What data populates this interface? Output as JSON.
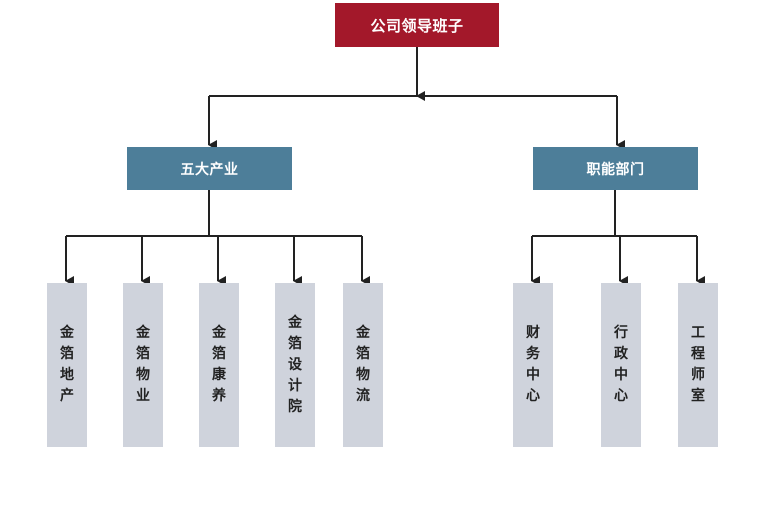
{
  "root": {
    "label": "公司领导班子"
  },
  "branches": [
    {
      "label": "五大产业",
      "children": [
        "金箔地产",
        "金箔物业",
        "金箔康养",
        "金箔设计院",
        "金箔物流"
      ]
    },
    {
      "label": "职能部门",
      "children": [
        "财务中心",
        "行政中心",
        "工程师室"
      ]
    }
  ],
  "colors": {
    "root": "#a3182a",
    "branch": "#4d7e99",
    "leaf": "#cfd3dc",
    "line": "#222222"
  }
}
